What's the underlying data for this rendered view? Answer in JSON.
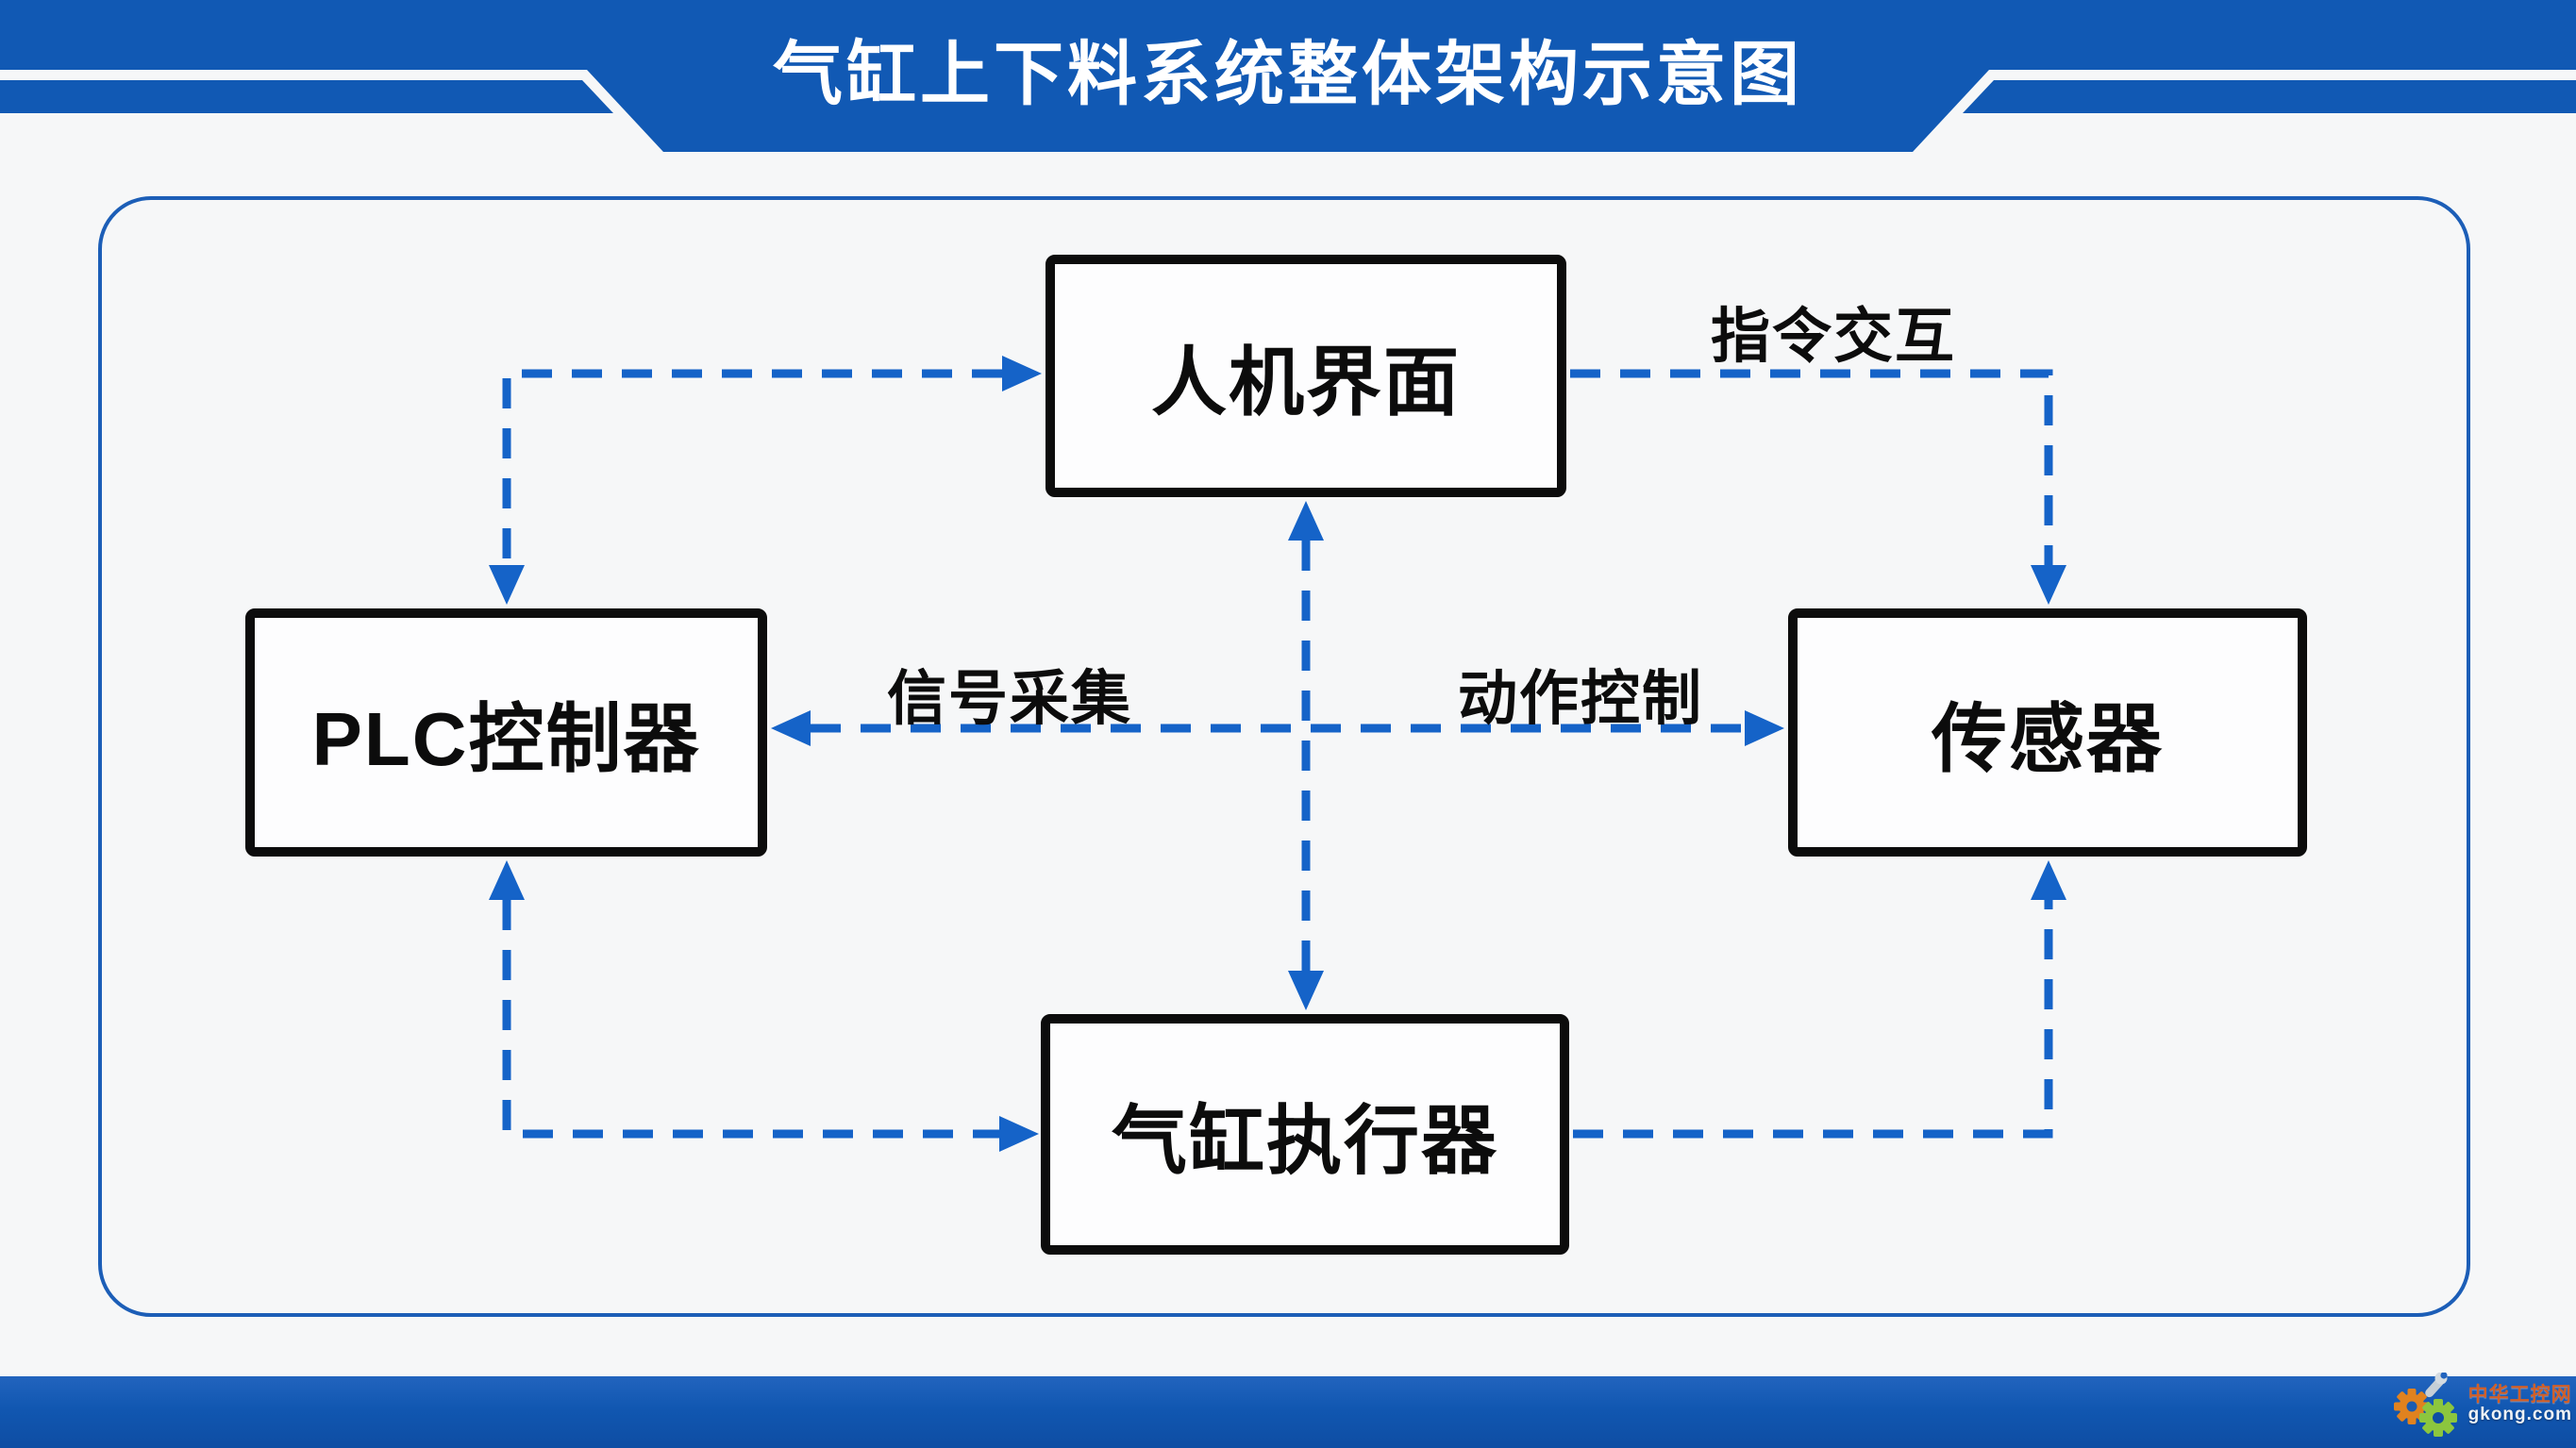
{
  "header": {
    "title": "气缸上下料系统整体架构示意图"
  },
  "diagram": {
    "nodes": {
      "hmi": {
        "label": "人机界面"
      },
      "plc": {
        "label": "PLC控制器"
      },
      "sensor": {
        "label": "传感器"
      },
      "cylinder": {
        "label": "气缸执行器"
      }
    },
    "edge_labels": {
      "command": "指令交互",
      "signal": "信号采集",
      "action": "动作控制"
    },
    "edges": [
      {
        "between": [
          "PLC控制器",
          "人机界面"
        ],
        "style": "elbow-dashed",
        "arrows": "both-ends",
        "label": ""
      },
      {
        "between": [
          "人机界面",
          "传感器"
        ],
        "style": "elbow-dashed",
        "arrows": "into-传感器",
        "label": "指令交互"
      },
      {
        "between": [
          "人机界面",
          "气缸执行器"
        ],
        "style": "straight-dashed",
        "arrows": "both-ends",
        "label": ""
      },
      {
        "between": [
          "PLC控制器",
          "传感器"
        ],
        "style": "straight-dashed",
        "arrows": "both-ends",
        "labels": [
          "信号采集",
          "动作控制"
        ]
      },
      {
        "between": [
          "PLC控制器",
          "气缸执行器"
        ],
        "style": "elbow-dashed",
        "arrows": "both-ends",
        "label": ""
      },
      {
        "between": [
          "气缸执行器",
          "传感器"
        ],
        "style": "elbow-dashed",
        "arrows": "into-传感器",
        "label": ""
      }
    ]
  },
  "watermark": {
    "site_name": "中华工控网",
    "site_url": "gkong.com"
  },
  "colors": {
    "banner_blue": "#1159b4",
    "connector_blue": "#1563c8",
    "frame_blue": "#1c5eb7",
    "box_border": "#0c0c0c",
    "watermark_orange": "#d25f27",
    "gear_orange": "#e0821f",
    "gear_green": "#8cc63e"
  }
}
